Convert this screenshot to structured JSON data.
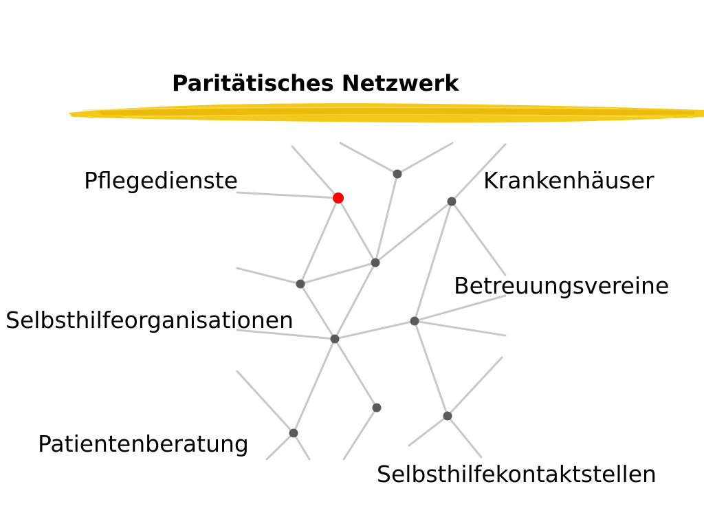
{
  "title": "Paritätisches Netzwerk",
  "colors": {
    "accent_stroke": "#f2c400",
    "edge": "#c8c8c8",
    "node": "#5a5a5a",
    "node_highlight": "#ff0000"
  },
  "labels": {
    "pflegedienste": "Pflegedienste",
    "krankenhaeuser": "Krankenhäuser",
    "betreuungsvereine": "Betreuungsvereine",
    "selbsthilfeorganisationen": "Selbsthilfeorganisationen",
    "patientenberatung": "Patientenberatung",
    "selbsthilfekontaktstellen": "Selbsthilfekontaktstellen"
  }
}
